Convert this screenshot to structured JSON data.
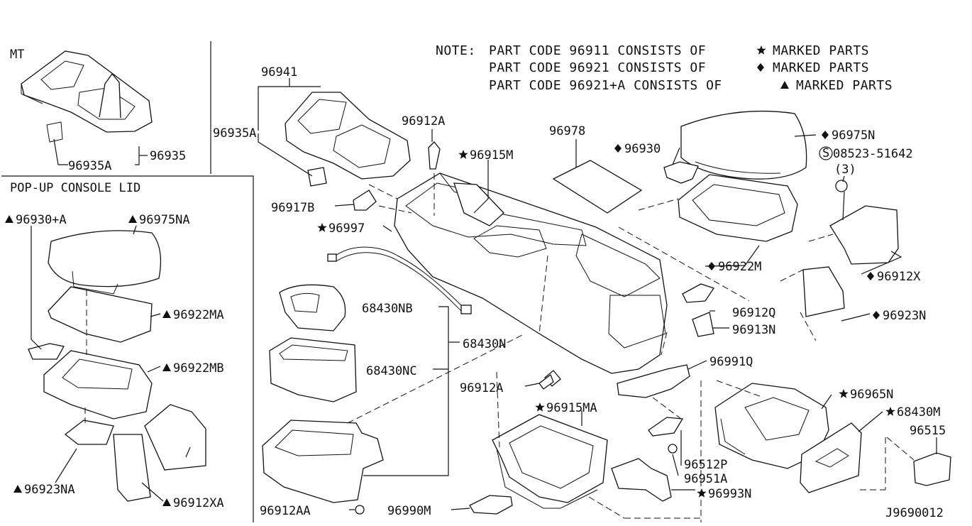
{
  "note_lines": [
    {
      "prefix": "NOTE:",
      "text": "PART CODE 96911 CONSISTS OF",
      "marker": "star",
      "suffix": "MARKED PARTS"
    },
    {
      "prefix": "",
      "text": "PART CODE 96921 CONSISTS OF",
      "marker": "diamond",
      "suffix": "MARKED PARTS"
    },
    {
      "prefix": "",
      "text": "PART CODE 96921+A CONSISTS OF",
      "marker": "triangle",
      "suffix": "MARKED PARTS"
    }
  ],
  "boxes": {
    "mt_title": "MT",
    "popup_title": "POP-UP CONSOLE LID"
  },
  "diagram_id": "J9690012",
  "labels": [
    {
      "id": "l-96935A-mt",
      "text": "96935A"
    },
    {
      "id": "l-96935-mt",
      "text": "96935"
    },
    {
      "id": "l-96930A",
      "text": "96930+A",
      "marker": "triangle"
    },
    {
      "id": "l-96975NA",
      "text": "96975NA",
      "marker": "triangle"
    },
    {
      "id": "l-96922MA",
      "text": "96922MA",
      "marker": "triangle"
    },
    {
      "id": "l-96922MB",
      "text": "96922MB",
      "marker": "triangle"
    },
    {
      "id": "l-96923NA",
      "text": "96923NA",
      "marker": "triangle"
    },
    {
      "id": "l-96912XA",
      "text": "96912XA",
      "marker": "triangle"
    },
    {
      "id": "l-96941",
      "text": "96941"
    },
    {
      "id": "l-96935A",
      "text": "96935A"
    },
    {
      "id": "l-96917B",
      "text": "96917B"
    },
    {
      "id": "l-96997",
      "text": "96997",
      "marker": "star"
    },
    {
      "id": "l-96912A-top",
      "text": "96912A"
    },
    {
      "id": "l-96915M",
      "text": "96915M",
      "marker": "star"
    },
    {
      "id": "l-96978",
      "text": "96978"
    },
    {
      "id": "l-96930",
      "text": "96930",
      "marker": "diamond"
    },
    {
      "id": "l-96975N",
      "text": "96975N",
      "marker": "diamond"
    },
    {
      "id": "l-08523",
      "text": "08523-51642",
      "marker": "circle-s"
    },
    {
      "id": "l-qty3",
      "text": "(3)"
    },
    {
      "id": "l-96922M",
      "text": "96922M",
      "marker": "diamond"
    },
    {
      "id": "l-96912X",
      "text": "96912X",
      "marker": "diamond"
    },
    {
      "id": "l-96923N",
      "text": "96923N",
      "marker": "diamond"
    },
    {
      "id": "l-96912Q",
      "text": "96912Q"
    },
    {
      "id": "l-96913N",
      "text": "96913N"
    },
    {
      "id": "l-68430NB",
      "text": "68430NB"
    },
    {
      "id": "l-68430N",
      "text": "68430N"
    },
    {
      "id": "l-68430NC",
      "text": "68430NC"
    },
    {
      "id": "l-96912A-mid",
      "text": "96912A"
    },
    {
      "id": "l-96991Q",
      "text": "96991Q"
    },
    {
      "id": "l-96915MA",
      "text": "96915MA",
      "marker": "star"
    },
    {
      "id": "l-96965N",
      "text": "96965N",
      "marker": "star"
    },
    {
      "id": "l-68430M",
      "text": "68430M",
      "marker": "star"
    },
    {
      "id": "l-96515",
      "text": "96515"
    },
    {
      "id": "l-96512P",
      "text": "96512P"
    },
    {
      "id": "l-96951A",
      "text": "96951A"
    },
    {
      "id": "l-96993N",
      "text": "96993N",
      "marker": "star"
    },
    {
      "id": "l-96912AA",
      "text": "96912AA"
    },
    {
      "id": "l-96990M",
      "text": "96990M"
    }
  ]
}
